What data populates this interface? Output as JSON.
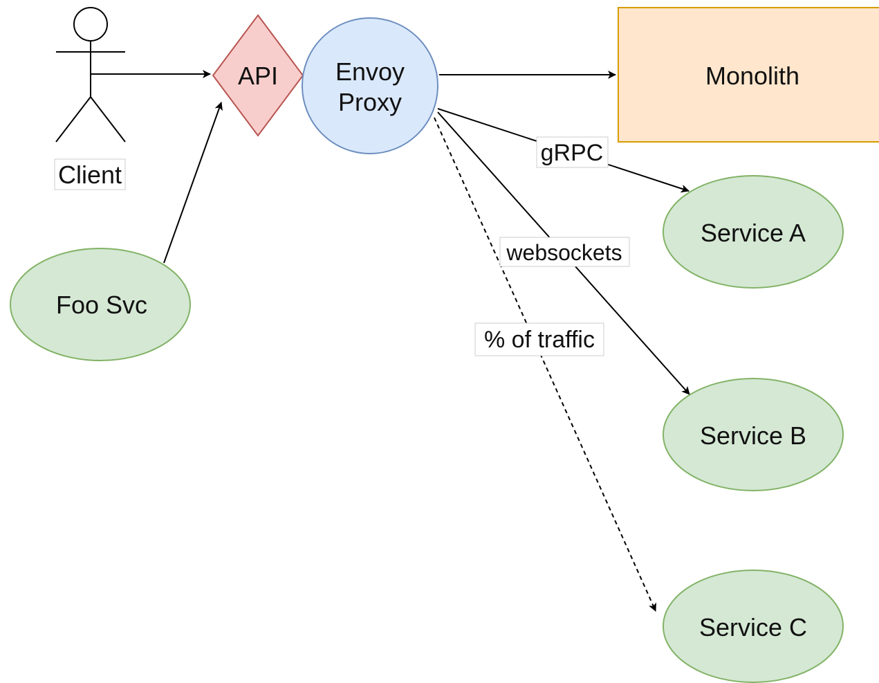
{
  "diagram": {
    "nodes": {
      "client": {
        "label": "Client",
        "shape": "actor"
      },
      "api": {
        "label": "API",
        "shape": "diamond",
        "fill": "#f8cecc",
        "stroke": "#b85450"
      },
      "envoy": {
        "label_line1": "Envoy",
        "label_line2": "Proxy",
        "shape": "circle",
        "fill": "#dae8fc",
        "stroke": "#6c8ebf"
      },
      "monolith": {
        "label": "Monolith",
        "shape": "rectangle",
        "fill": "#ffe6cc",
        "stroke": "#d79b00"
      },
      "foo_svc": {
        "label": "Foo Svc",
        "shape": "ellipse",
        "fill": "#d5e8d4",
        "stroke": "#82b366"
      },
      "service_a": {
        "label": "Service A",
        "shape": "ellipse",
        "fill": "#d5e8d4",
        "stroke": "#82b366"
      },
      "service_b": {
        "label": "Service B",
        "shape": "ellipse",
        "fill": "#d5e8d4",
        "stroke": "#82b366"
      },
      "service_c": {
        "label": "Service C",
        "shape": "ellipse",
        "fill": "#d5e8d4",
        "stroke": "#82b366"
      }
    },
    "edges": [
      {
        "from": "Client",
        "to": "API",
        "style": "solid",
        "label": ""
      },
      {
        "from": "Foo Svc",
        "to": "API",
        "style": "solid",
        "label": ""
      },
      {
        "from": "Envoy Proxy",
        "to": "Monolith",
        "style": "solid",
        "label": ""
      },
      {
        "from": "Envoy Proxy",
        "to": "Service A",
        "style": "solid",
        "label": "gRPC"
      },
      {
        "from": "Envoy Proxy",
        "to": "Service B",
        "style": "solid",
        "label": "websockets"
      },
      {
        "from": "Envoy Proxy",
        "to": "Service C",
        "style": "dashed",
        "label": "% of traffic"
      }
    ],
    "edge_labels": {
      "grpc": "gRPC",
      "websockets": "websockets",
      "traffic": "% of traffic"
    }
  }
}
